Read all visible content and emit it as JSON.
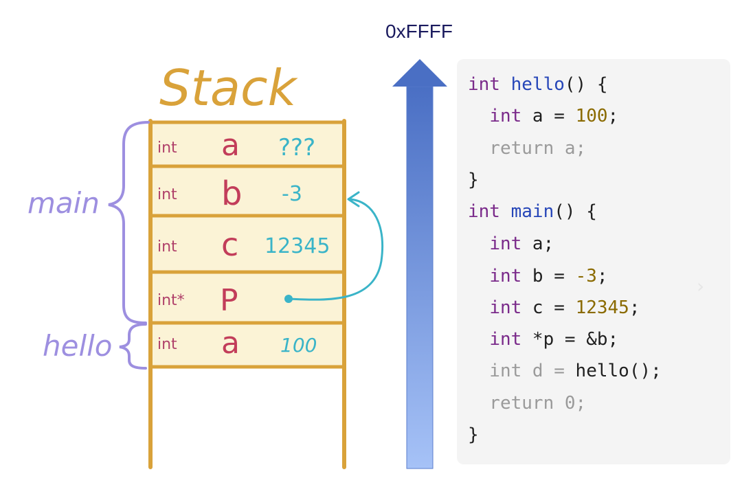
{
  "address_label": "0xFFFF",
  "stack": {
    "title": "Stack",
    "slots": [
      {
        "type": "int",
        "name": "a",
        "value": "???"
      },
      {
        "type": "int",
        "name": "b",
        "value": "-3"
      },
      {
        "type": "int",
        "name": "c",
        "value": "12345"
      },
      {
        "type": "int*",
        "name": "P",
        "value": ""
      },
      {
        "type": "int",
        "name": "a",
        "value": "100"
      }
    ],
    "frames": [
      {
        "label": "main"
      },
      {
        "label": "hello"
      }
    ]
  },
  "code": {
    "lines": [
      [
        {
          "t": "int",
          "c": "kw"
        },
        {
          "t": " ",
          "c": ""
        },
        {
          "t": "hello",
          "c": "fn"
        },
        {
          "t": "() {",
          "c": ""
        }
      ],
      [
        {
          "t": "  ",
          "c": ""
        },
        {
          "t": "int",
          "c": "kw"
        },
        {
          "t": " a = ",
          "c": ""
        },
        {
          "t": "100",
          "c": "num"
        },
        {
          "t": ";",
          "c": ""
        }
      ],
      [
        {
          "t": "  return a;",
          "c": "dim"
        }
      ],
      [
        {
          "t": "}",
          "c": ""
        }
      ],
      [
        {
          "t": "int",
          "c": "kw"
        },
        {
          "t": " ",
          "c": ""
        },
        {
          "t": "main",
          "c": "fn"
        },
        {
          "t": "() {",
          "c": ""
        }
      ],
      [
        {
          "t": "  ",
          "c": ""
        },
        {
          "t": "int",
          "c": "kw"
        },
        {
          "t": " a;",
          "c": ""
        }
      ],
      [
        {
          "t": "  ",
          "c": ""
        },
        {
          "t": "int",
          "c": "kw"
        },
        {
          "t": " b = ",
          "c": ""
        },
        {
          "t": "-3",
          "c": "num"
        },
        {
          "t": ";",
          "c": ""
        }
      ],
      [
        {
          "t": "  ",
          "c": ""
        },
        {
          "t": "int",
          "c": "kw"
        },
        {
          "t": " c = ",
          "c": ""
        },
        {
          "t": "12345",
          "c": "num"
        },
        {
          "t": ";",
          "c": ""
        }
      ],
      [
        {
          "t": "  ",
          "c": ""
        },
        {
          "t": "int",
          "c": "kw"
        },
        {
          "t": " *p = &b;",
          "c": ""
        }
      ],
      [
        {
          "t": "  int d = ",
          "c": "dim"
        },
        {
          "t": "hello();",
          "c": ""
        }
      ],
      [
        {
          "t": "  return 0;",
          "c": "dim"
        }
      ],
      [
        {
          "t": "}",
          "c": ""
        }
      ]
    ]
  },
  "colors": {
    "stack_fill": "#fbf3d6",
    "stack_border": "#d9a23a",
    "title": "#d9a23a",
    "type_text": "#b0416a",
    "name_text": "#c23d5a",
    "value_text": "#3ab4c8",
    "brace": "#9d8fe0",
    "arrow_link": "#3ab4c8"
  }
}
